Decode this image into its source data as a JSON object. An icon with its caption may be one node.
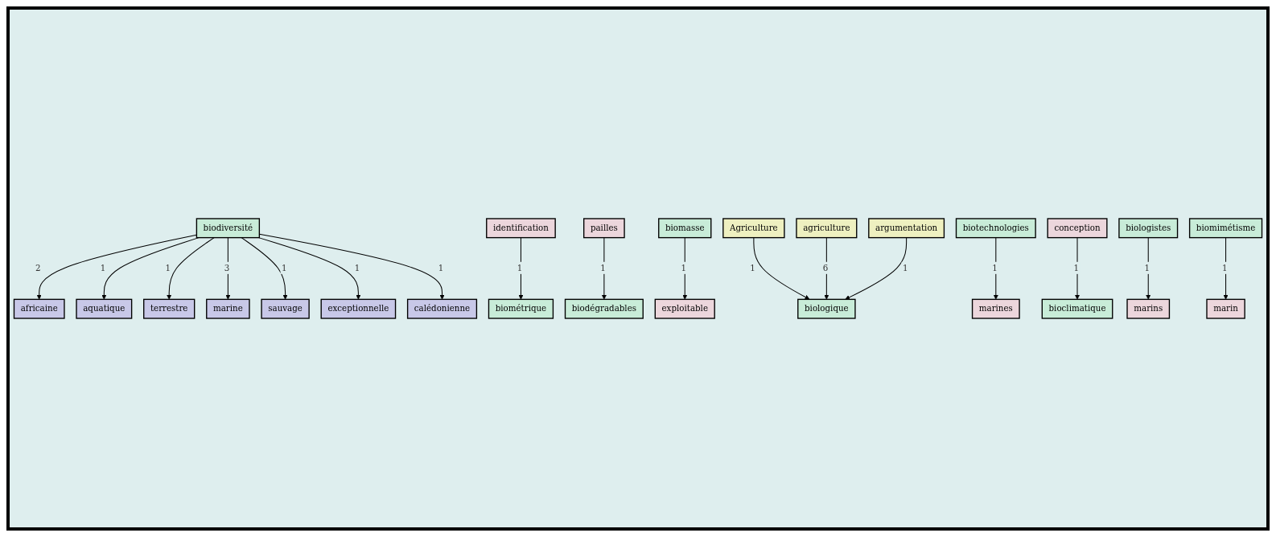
{
  "diagram": {
    "nodes": [
      {
        "text": [
          "africaine"
        ]
      },
      {
        "text": [
          "aquatique"
        ]
      },
      {
        "text": [
          "terrestre"
        ]
      },
      {
        "text": [
          "marine"
        ]
      },
      {
        "text": [
          "biodiversité"
        ]
      },
      {
        "text": [
          "sauvage"
        ]
      },
      {
        "text": [
          "exceptionnelle"
        ]
      },
      {
        "text": [
          "calédonienne"
        ]
      },
      {
        "text": [
          "identification"
        ]
      },
      {
        "text": [
          "biométrique"
        ]
      },
      {
        "text": [
          "pailles"
        ]
      },
      {
        "text": [
          "biodégradables"
        ]
      },
      {
        "text": [
          "exploitable"
        ]
      },
      {
        "text": [
          "biomasse"
        ]
      },
      {
        "text": [
          "Agriculture"
        ]
      },
      {
        "text": [
          "biologique"
        ]
      },
      {
        "text": [
          "agriculture"
        ]
      },
      {
        "text": [
          "argumentation"
        ]
      },
      {
        "text": [
          "marines"
        ]
      },
      {
        "text": [
          "biotechnologies"
        ]
      },
      {
        "text": [
          "conception"
        ]
      },
      {
        "text": [
          "bioclimatique"
        ]
      },
      {
        "text": [
          "marins"
        ]
      },
      {
        "text": [
          "biologistes"
        ]
      },
      {
        "text": [
          "marin"
        ]
      },
      {
        "text": [
          "biomimétisme"
        ]
      }
    ],
    "edges": [
      {
        "from": 4,
        "to": 0,
        "arrow": "to",
        "label": "2"
      },
      {
        "from": 4,
        "to": 1,
        "arrow": "to",
        "label": "1"
      },
      {
        "from": 4,
        "to": 2,
        "arrow": "to",
        "label": "1"
      },
      {
        "from": 4,
        "to": 3,
        "arrow": "to",
        "label": "3"
      },
      {
        "from": 4,
        "to": 5,
        "arrow": "to",
        "label": "1"
      },
      {
        "from": 4,
        "to": 6,
        "arrow": "to",
        "label": "1"
      },
      {
        "from": 4,
        "to": 7,
        "arrow": "to",
        "label": "1"
      },
      {
        "from": 8,
        "to": 9,
        "arrow": "to",
        "label": "1"
      },
      {
        "from": 10,
        "to": 11,
        "arrow": "to",
        "label": "1"
      },
      {
        "from": 13,
        "to": 12,
        "arrow": "to",
        "label": "1"
      },
      {
        "from": 14,
        "to": 15,
        "arrow": "to",
        "label": "1"
      },
      {
        "from": 16,
        "to": 15,
        "arrow": "to",
        "label": "6"
      },
      {
        "from": 17,
        "to": 15,
        "arrow": "to",
        "label": "1"
      },
      {
        "from": 19,
        "to": 18,
        "arrow": "to",
        "label": "1"
      },
      {
        "from": 20,
        "to": 21,
        "arrow": "to",
        "label": "1"
      },
      {
        "from": 23,
        "to": 22,
        "arrow": "to",
        "label": "1"
      },
      {
        "from": 25,
        "to": 24,
        "arrow": "to",
        "label": "1"
      }
    ]
  }
}
